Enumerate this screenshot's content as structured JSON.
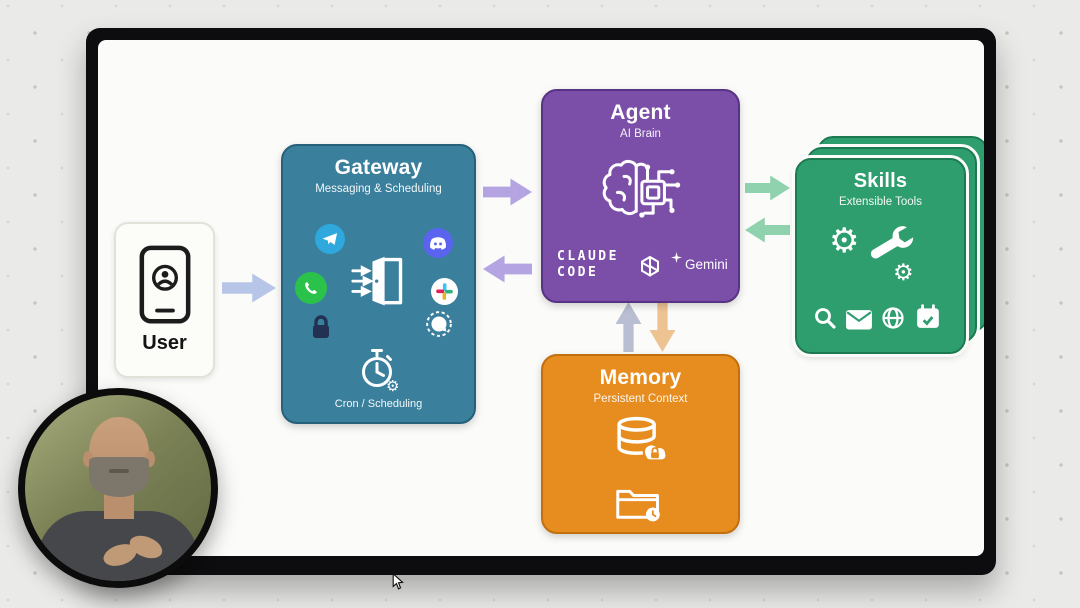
{
  "user": {
    "label": "User",
    "icon_names": [
      "smartphone-contact-icon"
    ]
  },
  "gateway": {
    "title": "Gateway",
    "subtitle": "Messaging & Scheduling",
    "footer": "Cron / Scheduling",
    "icon_names": [
      "telegram-icon",
      "discord-icon",
      "whatsapp-icon",
      "slack-icon",
      "lock-icon",
      "signal-icon",
      "gateway-door-icon",
      "cron-timer-icon"
    ]
  },
  "agent": {
    "title": "Agent",
    "subtitle": "AI Brain",
    "logos": {
      "claude_line1": "CLAUDE",
      "claude_line2": "CODE",
      "gemini": "Gemini"
    },
    "icon_names": [
      "brain-chip-icon",
      "claude-code-logo",
      "openai-logo",
      "gemini-logo"
    ]
  },
  "skills": {
    "title": "Skills",
    "subtitle": "Extensible Tools",
    "icon_names": [
      "gear-icon",
      "wrench-icon",
      "search-icon",
      "mail-icon",
      "globe-icon",
      "calendar-check-icon"
    ]
  },
  "memory": {
    "title": "Memory",
    "subtitle": "Persistent Context",
    "icon_names": [
      "database-lock-icon",
      "folder-clock-icon"
    ]
  },
  "colors": {
    "gateway": "#3a7f9c",
    "gateway_border": "#26607b",
    "agent": "#7b4fa8",
    "agent_border": "#573384",
    "skills": "#2f9e6e",
    "skills_border": "#1d7a50",
    "memory": "#e78c1e",
    "memory_border": "#c26f0e",
    "arrow_blue": "#b7c6e8",
    "arrow_purple": "#b4a4e2",
    "arrow_green": "#90d2ae",
    "arrow_gray": "#b9bed2",
    "arrow_orange": "#eec392",
    "telegram": "#2fa8dd",
    "whatsapp": "#2bc24c",
    "discord": "#5a64ee",
    "lock": "#223052",
    "slack_blue": "#36c5f0",
    "slack_green": "#2eb67d",
    "slack_yellow": "#ecb22e",
    "slack_red": "#e01e5a"
  }
}
